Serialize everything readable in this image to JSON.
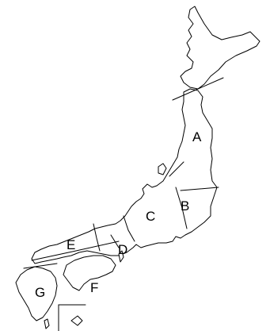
{
  "map": {
    "region_labels": {
      "a": "A",
      "b": "B",
      "c": "C",
      "d": "D",
      "e": "E",
      "f": "F",
      "g": "G"
    },
    "colors": {
      "outline": "#000000",
      "land": "#ffffff",
      "background": "#ffffff"
    }
  }
}
